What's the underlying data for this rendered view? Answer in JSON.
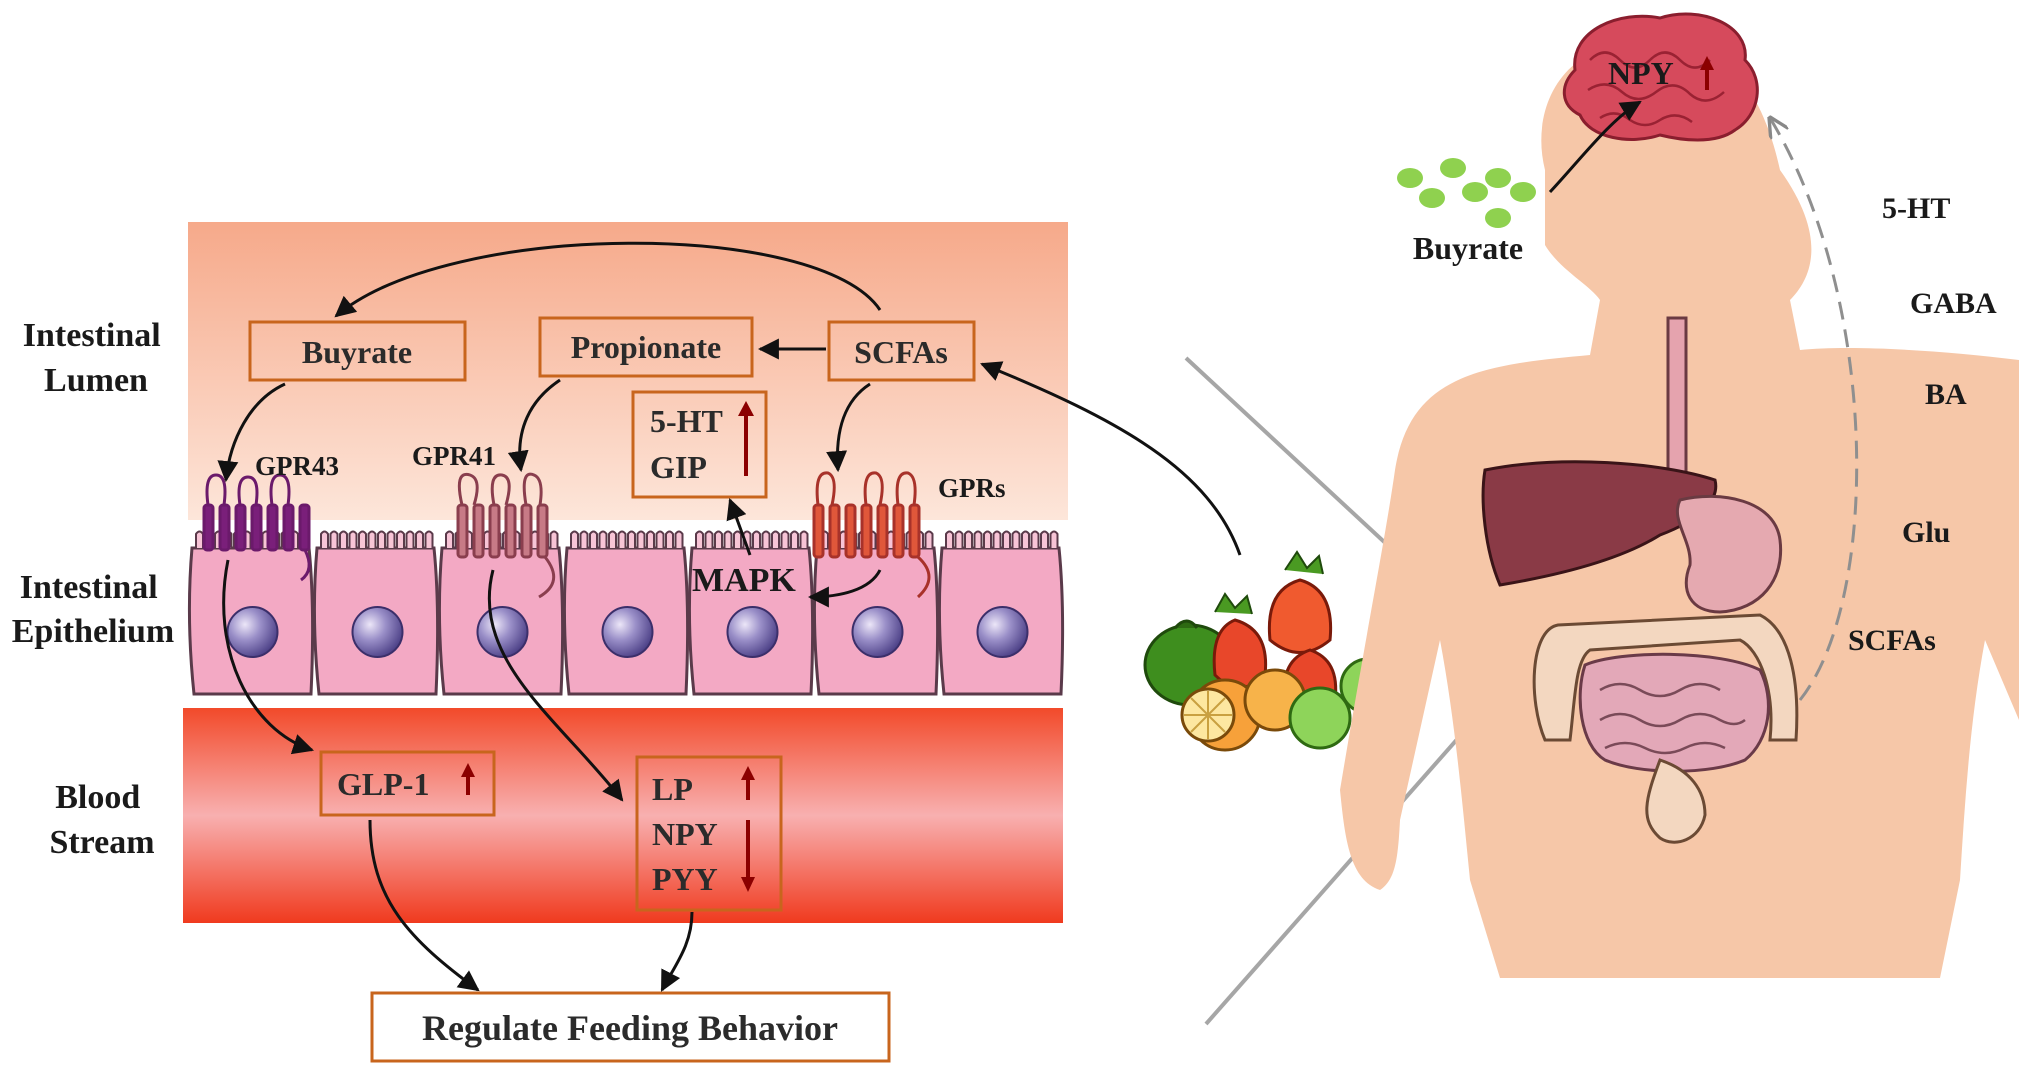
{
  "regions": {
    "lumen": [
      "Intestinal",
      "Lumen"
    ],
    "epithelium": [
      "Intestinal",
      "Epithelium"
    ],
    "blood": [
      "Blood",
      "Stream"
    ]
  },
  "boxes": {
    "buyrate": "Buyrate",
    "propionate": "Propionate",
    "scfas": "SCFAs",
    "ht_gip": [
      "5-HT",
      "GIP"
    ],
    "glp1": "GLP-1",
    "lp_npy_pyy": [
      "LP",
      "NPY",
      "PYY"
    ],
    "regulate": "Regulate Feeding Behavior"
  },
  "receptors": {
    "gpr43": "GPR43",
    "gpr41": "GPR41",
    "gprs": "GPRs"
  },
  "mapk": "MAPK",
  "body": {
    "brain_label": "NPY",
    "buyrate": "Buyrate",
    "signals": [
      "5-HT",
      "GABA",
      "BA",
      "Glu",
      "SCFAs"
    ]
  },
  "colors": {
    "box_border": "#c8651d",
    "up_down_arrow": "#8b0000",
    "receptor_gpr43": "#7a1f7a",
    "receptor_gpr41": "#b35a6a",
    "receptor_gprs": "#d9482c",
    "butyrate_dots": "#8fd14f",
    "brain": "#d64a5c",
    "skin": "#f6c7a8"
  }
}
